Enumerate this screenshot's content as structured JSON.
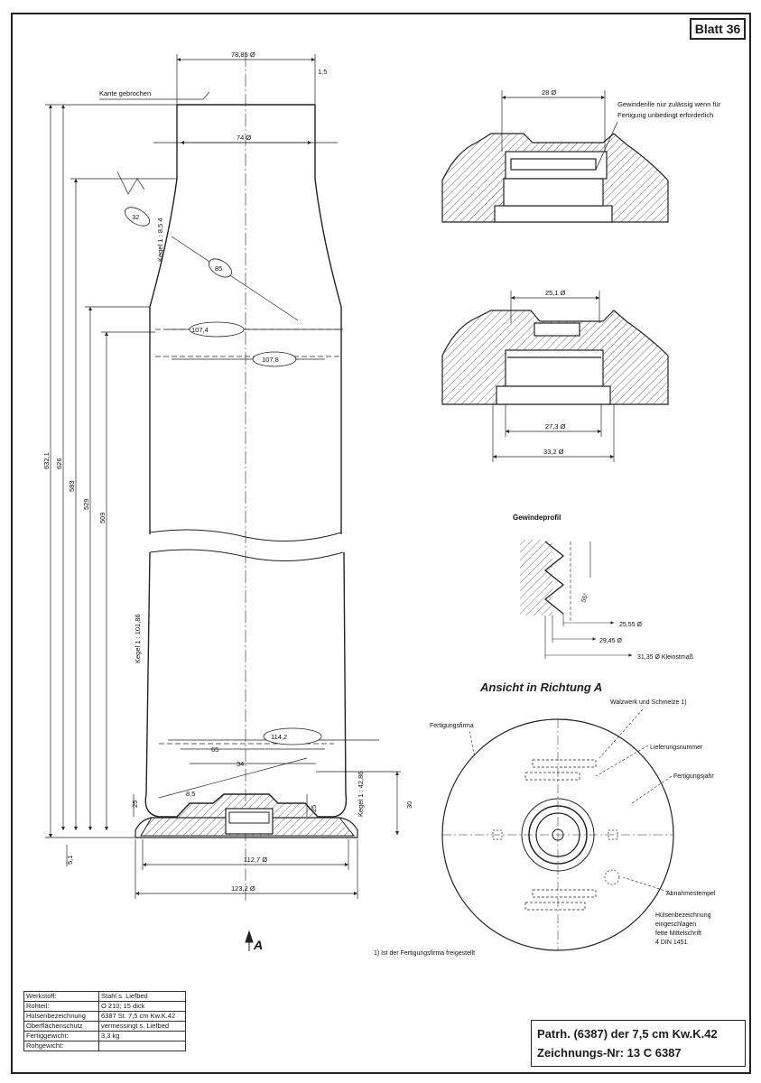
{
  "sheet": "Blatt 36",
  "main_view": {
    "edge_note": "Kante gebrochen",
    "dim_top_dia": "78,85 Ø",
    "dim_wall": "1,5",
    "dim_neck_dia": "74 Ø",
    "dim_32": "32",
    "dim_85": "85",
    "taper_neck": "Kegel 1 : 8,5 4",
    "dim_107": "107,4",
    "dim_107_8": "107,8",
    "dim_114": "114,2",
    "dim_65": "65",
    "dim_34": "34",
    "taper_body": "Kegel 1 : 101,86",
    "taper_base": "Kegel 1 : 42,86",
    "dim_632": "632,1",
    "dim_626": "626",
    "dim_583": "583",
    "dim_529": "529",
    "dim_509": "509",
    "dim_5": "5,1",
    "dim_25a": "25",
    "dim_25b": "25",
    "dim_30": "30",
    "dim_8_5": "8,5",
    "dim_rim": "112,7 Ø",
    "dim_base": "123,2 Ø",
    "view_marker": "A"
  },
  "detail_1": {
    "dim": "28 Ø",
    "note_line1": "Gewinderille nur zulässig wenn für",
    "note_line2": "Fertigung unbedingt erforderlich"
  },
  "detail_2": {
    "dim_top": "25,1 Ø",
    "dim_mid": "27,3 Ø",
    "dim_bottom": "33,2 Ø"
  },
  "thread_profile": {
    "title": "Gewindeprofil",
    "dim_1": "25,55 Ø",
    "dim_2": "29,45 Ø",
    "dim_3": "31,35 Ø Kleinstmaß",
    "angle": "55°"
  },
  "view_a": {
    "title": "Ansicht in Richtung A",
    "label_mill": "Walzwerk und Schmelze 1)",
    "label_firm": "Fertigungsfirma",
    "label_delivery": "Lieferungsnummer",
    "label_year": "Fertigungsjahr",
    "label_stamp": "Abnahmestempel",
    "label_desig_1": "Hülsenbezeichnung",
    "label_desig_2": "eingeschlagen",
    "label_desig_3": "fette Mittelschrift",
    "label_desig_4": "4 DIN 1451",
    "footnote": "1) Ist der Fertigungsfirma freigestellt"
  },
  "materials": [
    {
      "key": "Werkstoff:",
      "value": "Stahl s. Liefbed"
    },
    {
      "key": "Rohteil:",
      "value": "O 210; 15 dick"
    },
    {
      "key": "Hülsenbezeichnung",
      "value": "6387 St. 7,5 cm Kw.K.42"
    },
    {
      "key": "Oberflächenschutz",
      "value": "vermessingt s. Liefbed"
    },
    {
      "key": "Fertiggewicht:",
      "value": "3,3 kg"
    },
    {
      "key": "Rohgewicht:",
      "value": ""
    }
  ],
  "title_block": {
    "line1": "Patrh. (6387) der 7,5 cm Kw.K.42",
    "line2": "Zeichnungs-Nr: 13 C 6387"
  }
}
